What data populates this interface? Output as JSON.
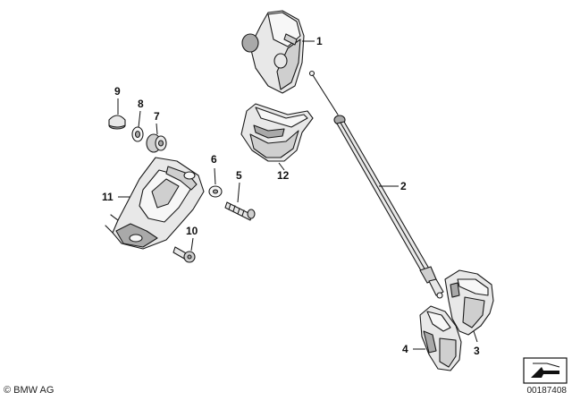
{
  "callouts": [
    {
      "id": "1",
      "label": "1"
    },
    {
      "id": "2",
      "label": "2"
    },
    {
      "id": "3",
      "label": "3"
    },
    {
      "id": "4",
      "label": "4"
    },
    {
      "id": "5",
      "label": "5"
    },
    {
      "id": "6",
      "label": "6"
    },
    {
      "id": "7",
      "label": "7"
    },
    {
      "id": "8",
      "label": "8"
    },
    {
      "id": "9",
      "label": "9"
    },
    {
      "id": "10",
      "label": "10"
    },
    {
      "id": "11",
      "label": "11"
    },
    {
      "id": "12",
      "label": "12"
    }
  ],
  "footer": {
    "copyright": "© BMW AG",
    "document_number": "00187408"
  },
  "icons": {
    "stamp": "arrow-stamp-icon"
  }
}
